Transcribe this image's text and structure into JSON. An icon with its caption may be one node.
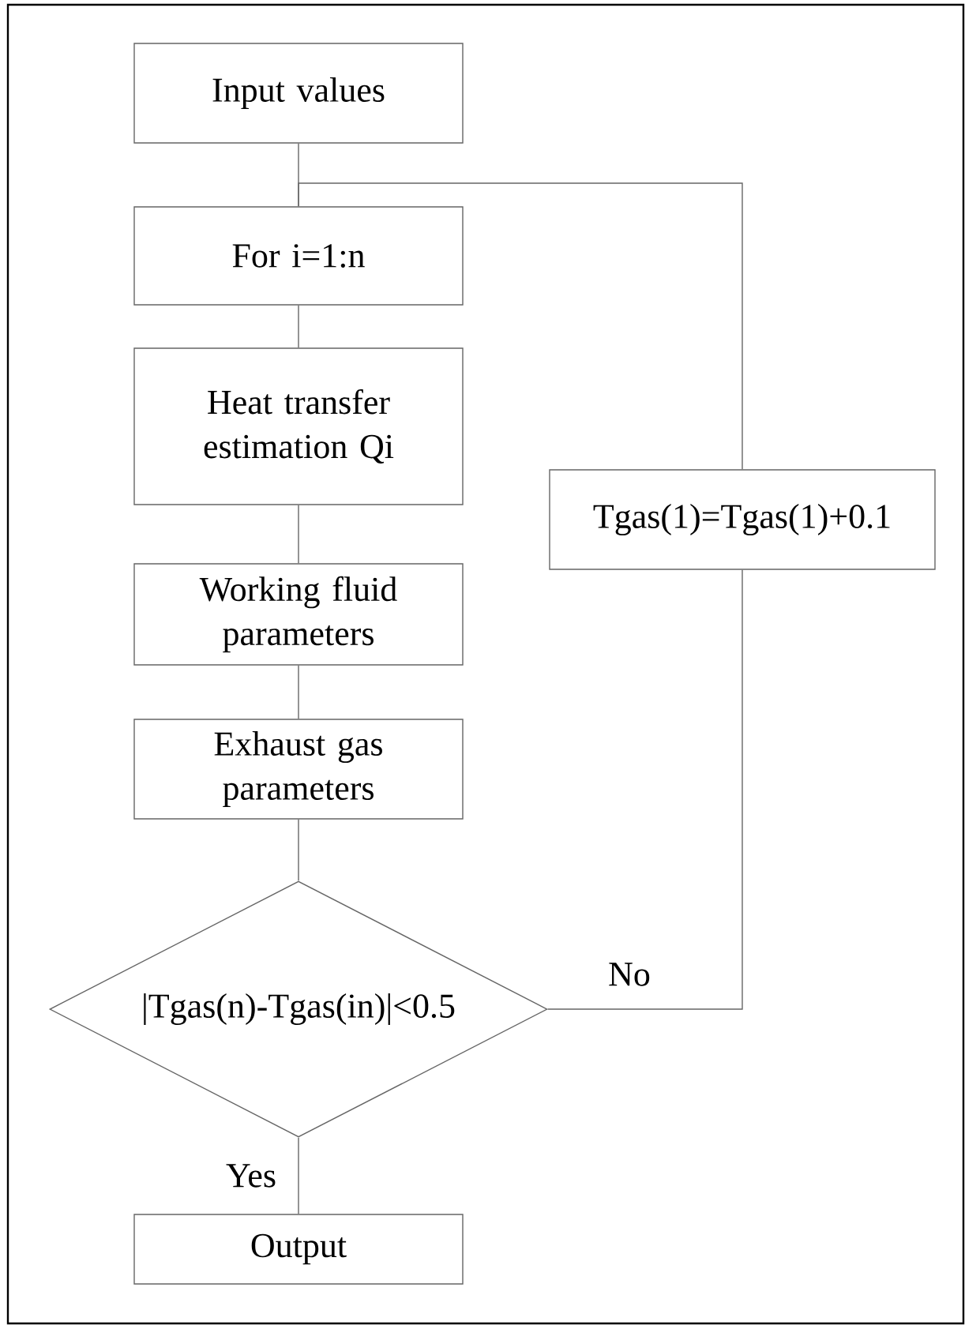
{
  "diagram": {
    "nodes": [
      {
        "text": [
          "Input values"
        ]
      },
      {
        "text": [
          "For i=1:n"
        ]
      },
      {
        "text": [
          "Heat transfer estimation Qi"
        ]
      },
      {
        "text": [
          "Working fluid parameters"
        ]
      },
      {
        "text": [
          "Exhaust gas parameters"
        ]
      },
      {
        "text": [
          "|Tgas(n)-Tgas(in)|<0.5"
        ]
      },
      {
        "text": [
          "Output"
        ]
      },
      {
        "text": [
          "Tgas(1)=Tgas(1)+0.1"
        ]
      }
    ],
    "edges": [
      {
        "from": 0,
        "to": 1,
        "arrow": "none"
      },
      {
        "from": 1,
        "to": 2,
        "arrow": "none"
      },
      {
        "from": 2,
        "to": 3,
        "arrow": "none"
      },
      {
        "from": 3,
        "to": 4,
        "arrow": "none"
      },
      {
        "from": 4,
        "to": 5,
        "arrow": "none"
      },
      {
        "from": 5,
        "to": 6,
        "arrow": "none",
        "label": "Yes"
      },
      {
        "from": 5,
        "to": 7,
        "arrow": "none",
        "label": "No"
      },
      {
        "from": 7,
        "to": 1,
        "arrow": "none"
      }
    ]
  }
}
